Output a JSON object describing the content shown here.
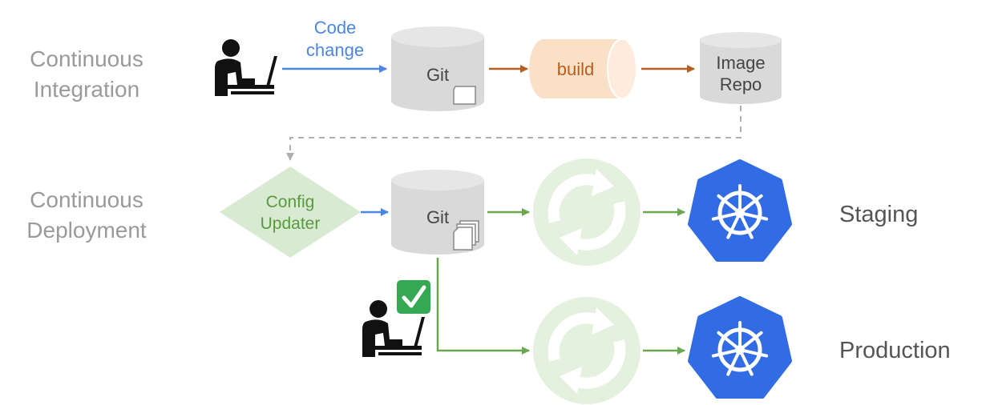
{
  "sections": {
    "ci_line1": "Continuous",
    "ci_line2": "Integration",
    "cd_line1": "Continuous",
    "cd_line2": "Deployment"
  },
  "nodes": {
    "code_change_line1": "Code",
    "code_change_line2": "change",
    "git_top": "Git",
    "build": "build",
    "image_repo_line1": "Image",
    "image_repo_line2": "Repo",
    "config_updater_line1": "Config",
    "config_updater_line2": "Updater",
    "git_bottom": "Git"
  },
  "environments": {
    "staging": "Staging",
    "production": "Production"
  },
  "colors": {
    "code_arrow": "#4a86e8",
    "build_arrow": "#b45f1e",
    "build_fill": "#fbe0c8",
    "deploy_arrow": "#6aa84f",
    "config_fill": "#d9ead3",
    "git_fill": "#d9d9d9",
    "kubernetes": "#326ce5",
    "check": "#34a853",
    "label_gray": "#9a9a9a"
  },
  "icons": [
    "developer-icon",
    "document-icon",
    "sync-icon",
    "kubernetes-icon",
    "checkmark-icon"
  ]
}
